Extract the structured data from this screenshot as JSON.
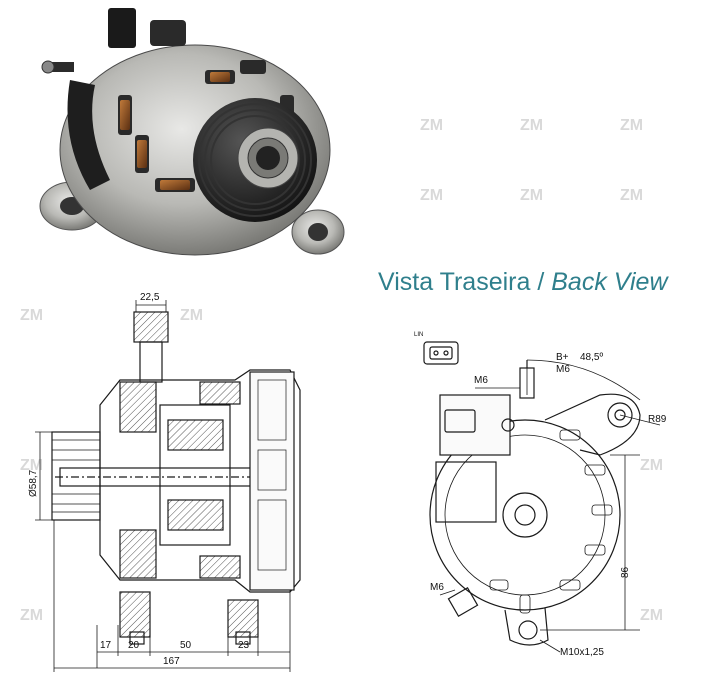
{
  "title": {
    "main": "Vista Traseira",
    "separator": " / ",
    "italic": "Back View"
  },
  "watermark": "ZM",
  "side_view": {
    "dims": {
      "top_width": "22,5",
      "diameter": "Ø58,7",
      "d17": "17",
      "d20": "20",
      "d50": "50",
      "d23": "23",
      "total": "167"
    }
  },
  "back_view": {
    "labels": {
      "connector": "LIN",
      "b_plus": "B+",
      "m6_top": "M6",
      "m6_left": "M6",
      "angle": "48,5º",
      "radius": "R89",
      "height": "86",
      "m6_bottom": "M6",
      "thread": "M10x1,25"
    }
  },
  "colors": {
    "title": "#2f7f8c",
    "drawing": "#1a1a1a",
    "hatch": "#555555",
    "watermark": "#d9d9d9"
  }
}
